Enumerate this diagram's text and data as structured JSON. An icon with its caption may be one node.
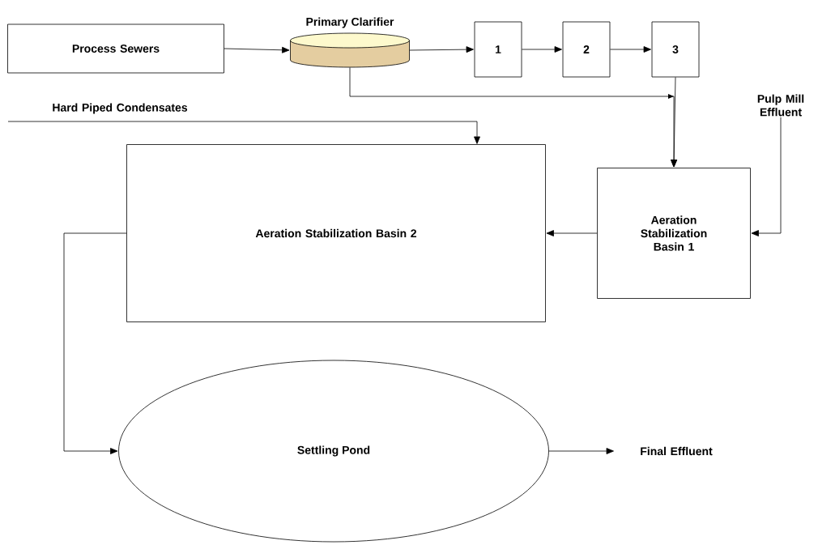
{
  "diagram": {
    "nodes": [
      {
        "text": [
          "Process Sewers"
        ]
      },
      {
        "text": [
          "Primary Clarifier"
        ]
      },
      {
        "text": [
          "1"
        ]
      },
      {
        "text": [
          "2"
        ]
      },
      {
        "text": [
          "3"
        ]
      },
      {
        "text": [
          "Hard Piped Condensates"
        ]
      },
      {
        "text": [
          "Pulp Mill Effluent"
        ]
      },
      {
        "text": [
          "Aeration Stabilization Basin 2"
        ]
      },
      {
        "text": [
          "Aeration Stabilization Basin 1"
        ]
      },
      {
        "text": [
          "Settling Pond"
        ]
      },
      {
        "text": [
          "Final Effluent"
        ]
      }
    ],
    "edges": [
      {
        "from": 0,
        "to": 1,
        "arrow": "to"
      },
      {
        "from": 1,
        "to": 2,
        "arrow": "to"
      },
      {
        "from": 2,
        "to": 3,
        "arrow": "to"
      },
      {
        "from": 3,
        "to": 4,
        "arrow": "to"
      },
      {
        "from": 1,
        "to": 8,
        "arrow": "to"
      },
      {
        "from": 4,
        "to": 8,
        "arrow": "to"
      },
      {
        "from": 5,
        "to": 7,
        "arrow": "to"
      },
      {
        "from": 6,
        "to": 8,
        "arrow": "to"
      },
      {
        "from": 8,
        "to": 7,
        "arrow": "to"
      },
      {
        "from": 7,
        "to": 9,
        "arrow": "to"
      },
      {
        "from": 9,
        "to": 10,
        "arrow": "to"
      }
    ]
  }
}
